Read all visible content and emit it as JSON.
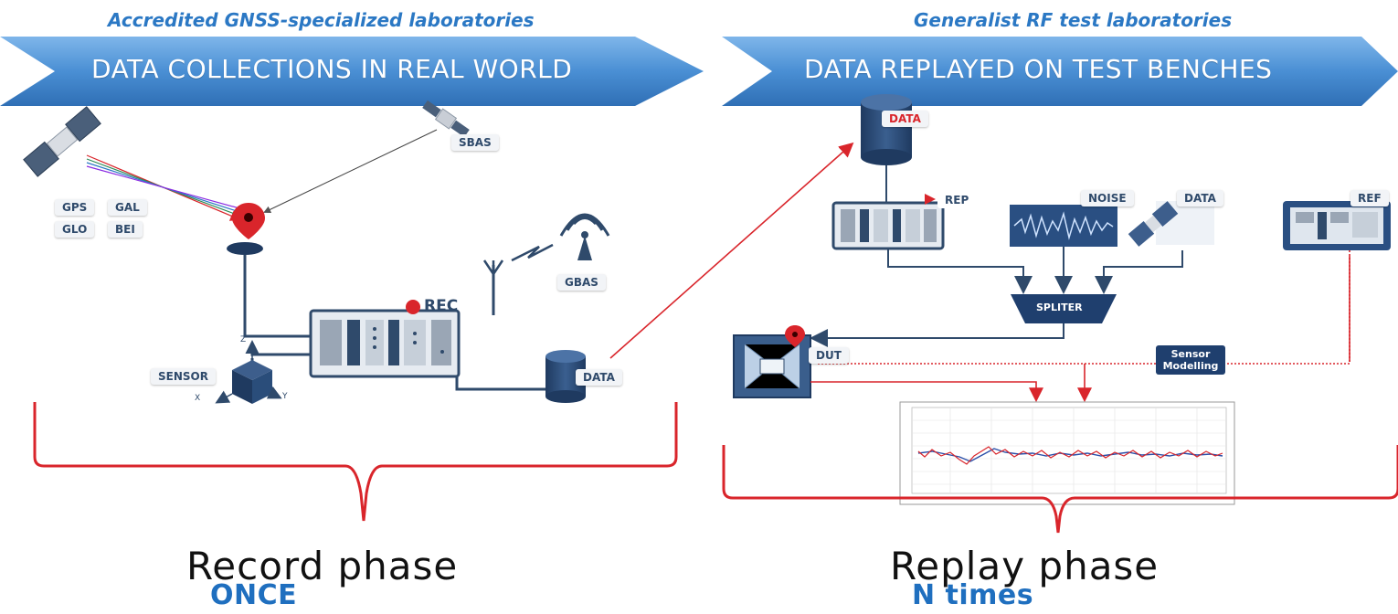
{
  "left": {
    "subtitle": "Accredited GNSS-specialized laboratories",
    "banner": "DATA COLLECTIONS IN REAL WORLD",
    "labels": {
      "sbas": "SBAS",
      "gps": "GPS",
      "gal": "GAL",
      "glo": "GLO",
      "bei": "BEI",
      "gbas": "GBAS",
      "rec": "REC",
      "sensor": "SENSOR",
      "data": "DATA",
      "axis_z": "Z",
      "axis_x": "X",
      "axis_y": "Y"
    },
    "phase": "Record phase",
    "frequency": "ONCE"
  },
  "right": {
    "subtitle": "Generalist RF test laboratories",
    "banner": "DATA REPLAYED ON TEST BENCHES",
    "labels": {
      "data_top": "DATA",
      "rep": "REP",
      "noise": "NOISE",
      "data_sat": "DATA",
      "ref": "REF",
      "splitter": "SPLITER",
      "dut": "DUT",
      "sensor_modelling_1": "Sensor",
      "sensor_modelling_2": "Modelling"
    },
    "phase": "Replay phase",
    "frequency": "N times"
  },
  "colors": {
    "banner_blue": "#4a8fd4",
    "accent_red": "#d9252b",
    "equipment_navy": "#2f4a6b",
    "frequency_blue": "#1f6fbf"
  }
}
